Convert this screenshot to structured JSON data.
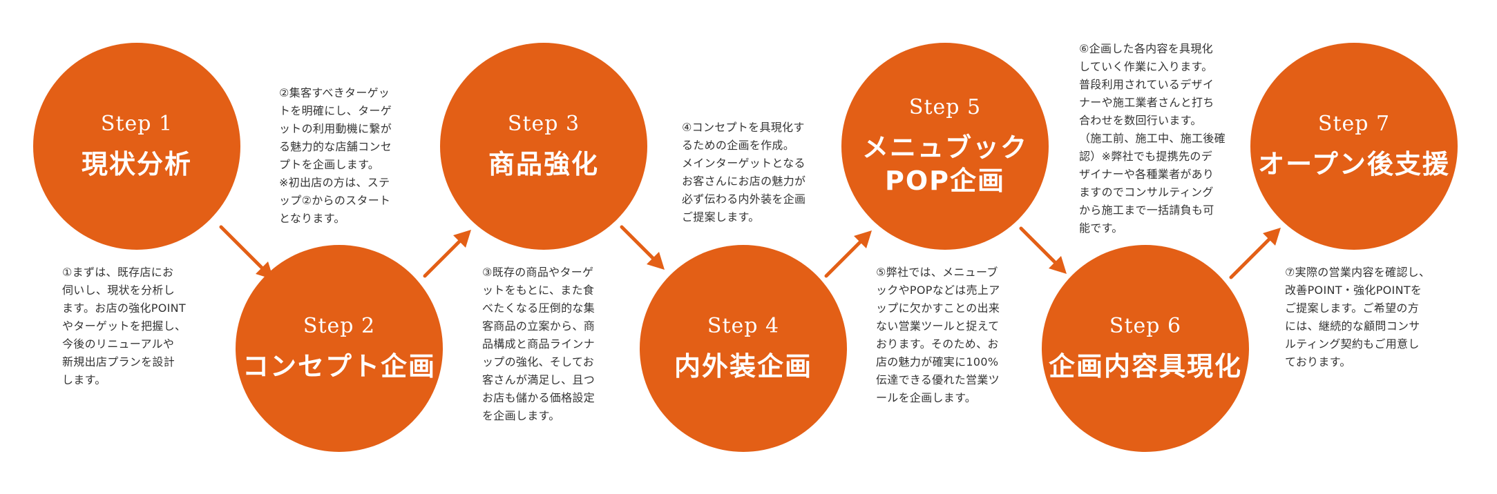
{
  "colors": {
    "circle": "#E35F16",
    "arrow": "#E35F16",
    "text": "#333333"
  },
  "steps": [
    {
      "label": "Step 1",
      "title": "現状分析"
    },
    {
      "label": "Step 2",
      "title": "コンセプト企画"
    },
    {
      "label": "Step 3",
      "title": "商品強化"
    },
    {
      "label": "Step 4",
      "title": "内外装企画"
    },
    {
      "label": "Step 5",
      "title": "メニュブック\nPOP企画"
    },
    {
      "label": "Step 6",
      "title": "企画内容具現化"
    },
    {
      "label": "Step 7",
      "title": "オープン後支援"
    }
  ],
  "descriptions": [
    "①まずは、既存店にお\n伺いし、現状を分析し\nます。お店の強化POINT\nやターゲットを把握し、\n今後のリニューアルや\n新規出店プランを設計\nします。",
    "②集客すべきターゲッ\nトを明確にし、ターゲ\nットの利用動機に繋が\nる魅力的な店舗コンセ\nプトを企画します。\n※初出店の方は、ステ\nップ②からのスタート\nとなります。",
    "③既存の商品やターゲ\nットをもとに、また食\nべたくなる圧倒的な集\n客商品の立案から、商\n品構成と商品ラインナ\nップの強化、そしてお\n客さんが満足し、且つ\nお店も儲かる価格設定\nを企画します。",
    "④コンセプトを具現化す\nるための企画を作成。\nメインターゲットとなる\nお客さんにお店の魅力が\n必ず伝わる内外装を企画\nご提案します。",
    "⑤弊社では、メニューブ\nックやPOPなどは売上ア\nップに欠かすことの出来\nない営業ツールと捉えて\nおります。そのため、お\n店の魅力が確実に100%\n伝達できる優れた営業ツ\nールを企画します。",
    "⑥企画した各内容を具現化\nしていく作業に入ります。\n普段利用されているデザイ\nナーや施工業者さんと打ち\n合わせを数回行います。\n（施工前、施工中、施工後確\n認）※弊社でも提携先のデ\nザイナーや各種業者があり\nますのでコンサルティング\nから施工まで一括請負も可\n能です。",
    "⑦実際の営業内容を確認し、\n改善POINT・強化POINTを\nご提案します。ご希望の方\nには、継続的な顧問コンサ\nルティング契約もご用意し\nております。"
  ]
}
